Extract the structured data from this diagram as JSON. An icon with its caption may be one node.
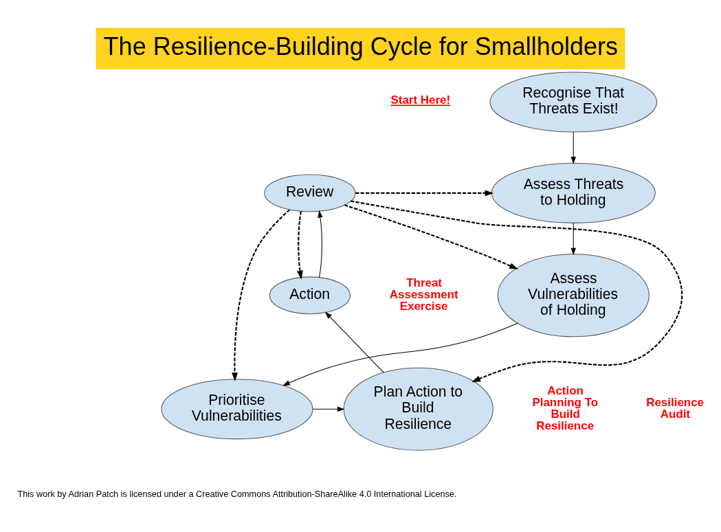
{
  "diagram": {
    "title": "The Resilience-Building Cycle for Smallholders",
    "caption": "This work by Adrian Patch is licensed under a Creative Commons Attribution-ShareAlike 4.0 International License.",
    "nodes": [
      {
        "text": [
          "Recognise That Threats Exist!"
        ]
      },
      {
        "text": [
          "Assess Threats to Holding"
        ]
      },
      {
        "text": [
          "Assess Vulnerabilities of Holding"
        ]
      },
      {
        "text": [
          "Prioritise Vulnerabilities"
        ]
      },
      {
        "text": [
          "Plan Action to Build Resilience"
        ]
      },
      {
        "text": [
          "Action"
        ]
      },
      {
        "text": [
          "Review"
        ]
      }
    ],
    "edges": [
      {
        "from": 0,
        "to": 1,
        "arrow": "to"
      },
      {
        "from": 1,
        "to": 2,
        "arrow": "to"
      },
      {
        "from": 2,
        "to": 3,
        "arrow": "to"
      },
      {
        "from": 3,
        "to": 4,
        "arrow": "to"
      },
      {
        "from": 4,
        "to": 5,
        "arrow": "to"
      },
      {
        "from": 5,
        "to": 6,
        "arrow": "to"
      },
      {
        "from": 6,
        "to": 1,
        "arrow": "to",
        "style": "dashed"
      },
      {
        "from": 6,
        "to": 2,
        "arrow": "to",
        "style": "dashed"
      },
      {
        "from": 6,
        "to": 3,
        "arrow": "to",
        "style": "dashed"
      },
      {
        "from": 6,
        "to": 4,
        "arrow": "to",
        "style": "dashed"
      },
      {
        "from": 6,
        "to": 5,
        "arrow": "to",
        "style": "dashed"
      }
    ],
    "labels": [
      "Start Here!",
      "Threat Assessment Exercise",
      "Action Planning To Build Resilience",
      "Resilience Audit"
    ]
  }
}
